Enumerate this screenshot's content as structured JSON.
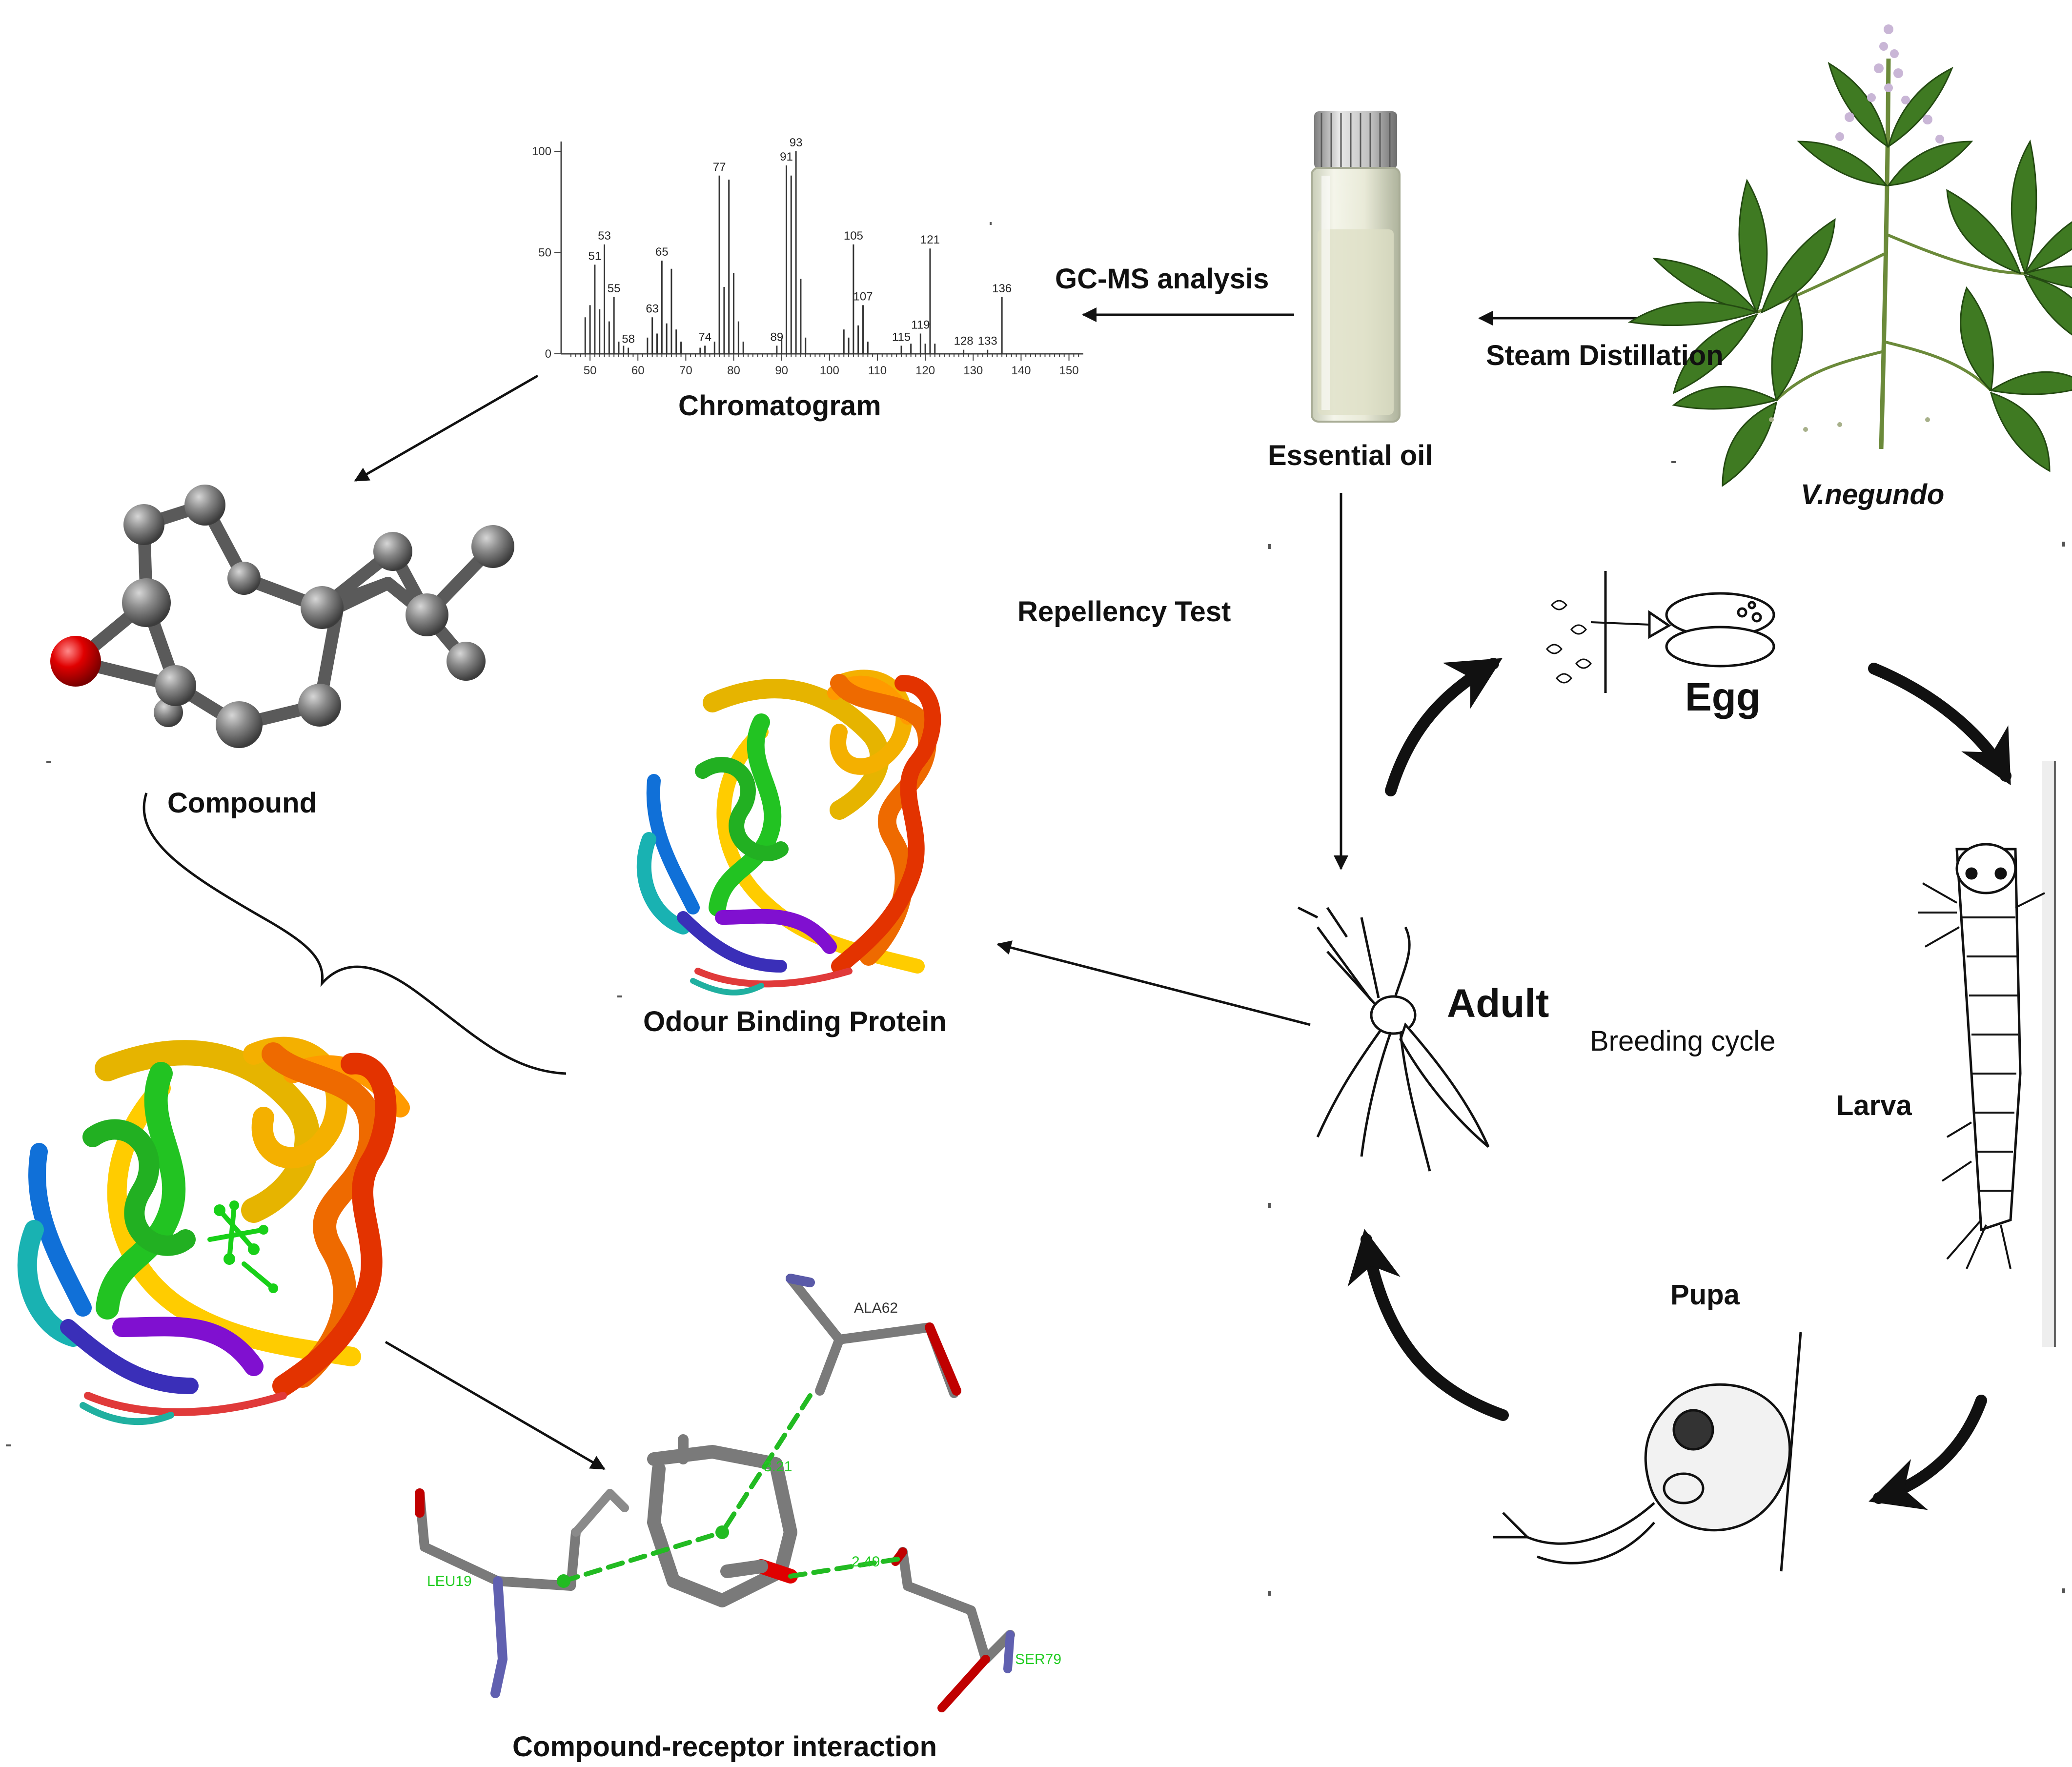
{
  "labels": {
    "gcms": "GC-MS analysis",
    "steam": "Steam Distillation",
    "chromatogram": "Chromatogram",
    "essential_oil": "Essential oil",
    "plant": "V.negundo",
    "compound": "Compound",
    "repellency": "Repellency Test",
    "odour_protein": "Odour Binding Protein",
    "interaction": "Compound-receptor interaction",
    "egg": "Egg",
    "larva": "Larva",
    "pupa": "Pupa",
    "adult": "Adult",
    "cycle": "Breeding cycle"
  },
  "residues": {
    "ala": "ALA62",
    "leu": "LEU19",
    "ser": "SER79"
  },
  "distances": [
    "3.21",
    "2.49"
  ],
  "colors": {
    "hbond": "#22bb22",
    "oxygen": "#e00000",
    "carbon": "#808080",
    "nitrogen": "#6060b0"
  },
  "chart_data": {
    "type": "bar",
    "xlim": [
      45,
      153
    ],
    "ylim": [
      0,
      100
    ],
    "x_ticks": [
      "50",
      "60",
      "70",
      "80",
      "90",
      "100",
      "110",
      "120",
      "130",
      "140",
      "150"
    ],
    "y_ticks": [
      "0",
      "50",
      "100"
    ],
    "peaks": [
      {
        "mz": 49,
        "i": 18,
        "label": ""
      },
      {
        "mz": 50,
        "i": 24,
        "label": ""
      },
      {
        "mz": 51,
        "i": 44,
        "label": "51"
      },
      {
        "mz": 52,
        "i": 22,
        "label": ""
      },
      {
        "mz": 53,
        "i": 54,
        "label": "53"
      },
      {
        "mz": 54,
        "i": 16,
        "label": ""
      },
      {
        "mz": 55,
        "i": 28,
        "label": "55"
      },
      {
        "mz": 56,
        "i": 6,
        "label": ""
      },
      {
        "mz": 57,
        "i": 4,
        "label": ""
      },
      {
        "mz": 58,
        "i": 3,
        "label": "58"
      },
      {
        "mz": 62,
        "i": 8,
        "label": ""
      },
      {
        "mz": 63,
        "i": 18,
        "label": "63"
      },
      {
        "mz": 64,
        "i": 10,
        "label": ""
      },
      {
        "mz": 65,
        "i": 46,
        "label": "65"
      },
      {
        "mz": 66,
        "i": 15,
        "label": ""
      },
      {
        "mz": 67,
        "i": 42,
        "label": ""
      },
      {
        "mz": 68,
        "i": 12,
        "label": ""
      },
      {
        "mz": 69,
        "i": 6,
        "label": ""
      },
      {
        "mz": 73,
        "i": 3,
        "label": ""
      },
      {
        "mz": 74,
        "i": 4,
        "label": "74"
      },
      {
        "mz": 76,
        "i": 6,
        "label": ""
      },
      {
        "mz": 77,
        "i": 88,
        "label": "77"
      },
      {
        "mz": 78,
        "i": 33,
        "label": ""
      },
      {
        "mz": 79,
        "i": 86,
        "label": ""
      },
      {
        "mz": 80,
        "i": 40,
        "label": ""
      },
      {
        "mz": 81,
        "i": 16,
        "label": ""
      },
      {
        "mz": 82,
        "i": 6,
        "label": ""
      },
      {
        "mz": 89,
        "i": 4,
        "label": "89"
      },
      {
        "mz": 90,
        "i": 8,
        "label": ""
      },
      {
        "mz": 91,
        "i": 93,
        "label": "91"
      },
      {
        "mz": 92,
        "i": 88,
        "label": ""
      },
      {
        "mz": 93,
        "i": 100,
        "label": "93"
      },
      {
        "mz": 94,
        "i": 37,
        "label": ""
      },
      {
        "mz": 95,
        "i": 8,
        "label": ""
      },
      {
        "mz": 103,
        "i": 12,
        "label": ""
      },
      {
        "mz": 104,
        "i": 8,
        "label": ""
      },
      {
        "mz": 105,
        "i": 54,
        "label": "105"
      },
      {
        "mz": 106,
        "i": 14,
        "label": ""
      },
      {
        "mz": 107,
        "i": 24,
        "label": "107"
      },
      {
        "mz": 108,
        "i": 6,
        "label": ""
      },
      {
        "mz": 115,
        "i": 4,
        "label": "115"
      },
      {
        "mz": 117,
        "i": 5,
        "label": ""
      },
      {
        "mz": 119,
        "i": 10,
        "label": "119"
      },
      {
        "mz": 120,
        "i": 5,
        "label": ""
      },
      {
        "mz": 121,
        "i": 52,
        "label": "121"
      },
      {
        "mz": 122,
        "i": 5,
        "label": ""
      },
      {
        "mz": 128,
        "i": 2,
        "label": "128"
      },
      {
        "mz": 133,
        "i": 2,
        "label": "133"
      },
      {
        "mz": 136,
        "i": 28,
        "label": "136"
      }
    ]
  }
}
